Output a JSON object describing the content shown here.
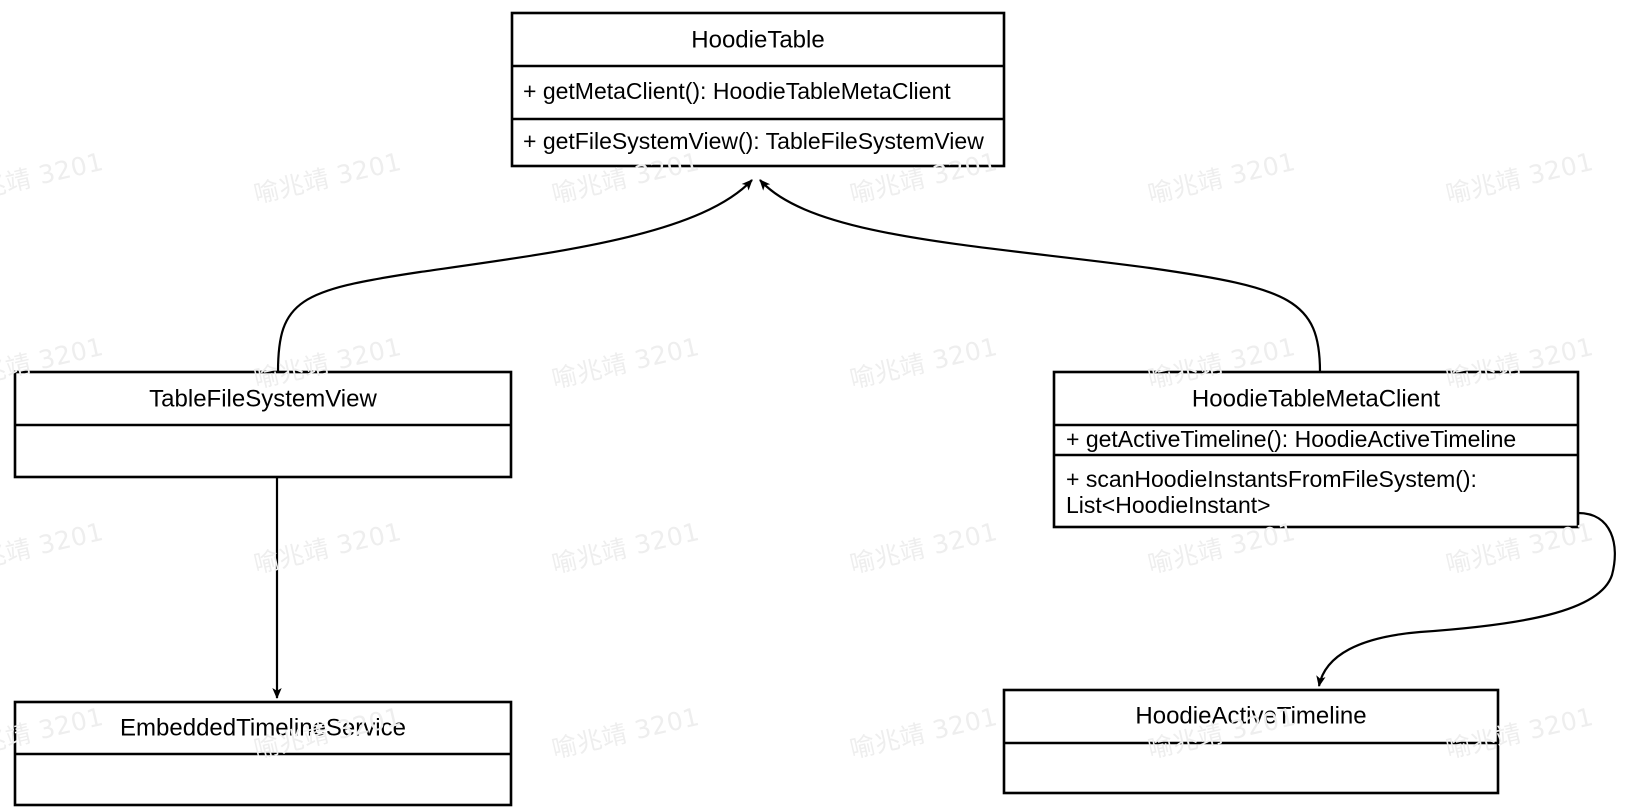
{
  "diagram": {
    "kind": "uml-class-diagram",
    "title": "HoodieTable class relationships",
    "background_color": "#ffffff",
    "line_color": "#000000",
    "watermark": {
      "text": "喻兆靖 3201",
      "color": "#eeeeee",
      "rotation_deg": -13
    },
    "classes": [
      {
        "id": "hoodie-table",
        "name": "HoodieTable",
        "members": [
          "+ getMetaClient(): HoodieTableMetaClient",
          "+ getFileSystemView(): TableFileSystemView"
        ]
      },
      {
        "id": "table-file-system-view",
        "name": "TableFileSystemView",
        "members": []
      },
      {
        "id": "hoodie-table-meta-client",
        "name": "HoodieTableMetaClient",
        "members": [
          "+ getActiveTimeline(): HoodieActiveTimeline",
          "+ scanHoodieInstantsFromFileSystem():|List<HoodieInstant>"
        ]
      },
      {
        "id": "embedded-timeline-service",
        "name": "EmbeddedTimelineService",
        "members": []
      },
      {
        "id": "hoodie-active-timeline",
        "name": "HoodieActiveTimeline",
        "members": []
      }
    ],
    "edges": [
      {
        "id": "edge-tfsv-to-hoodietable",
        "from": "TableFileSystemView",
        "to": "HoodieTable",
        "arrow": "filled-triangle"
      },
      {
        "id": "edge-metaclient-to-hoodietable",
        "from": "HoodieTableMetaClient",
        "to": "HoodieTable",
        "arrow": "filled-triangle"
      },
      {
        "id": "edge-tfsv-to-embedded",
        "from": "TableFileSystemView",
        "to": "EmbeddedTimelineService",
        "arrow": "filled-triangle"
      },
      {
        "id": "edge-metaclient-to-activetimeline",
        "from": "HoodieTableMetaClient",
        "to": "HoodieActiveTimeline",
        "arrow": "filled-triangle"
      }
    ]
  }
}
